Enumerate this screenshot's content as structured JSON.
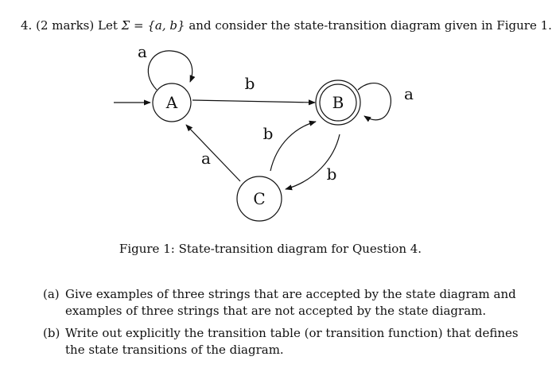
{
  "question": {
    "number": "4.",
    "marks": "(2 marks)",
    "intro_before": "Let",
    "alphabet": "Σ = {a, b}",
    "intro_after": "and consider the state-transition diagram given in Figure 1."
  },
  "diagram": {
    "states": [
      {
        "id": "A",
        "label": "A",
        "start": true,
        "accepting": false
      },
      {
        "id": "B",
        "label": "B",
        "start": false,
        "accepting": true
      },
      {
        "id": "C",
        "label": "C",
        "start": false,
        "accepting": false
      }
    ],
    "transitions": [
      {
        "from": "A",
        "to": "A",
        "symbol": "a"
      },
      {
        "from": "A",
        "to": "B",
        "symbol": "b"
      },
      {
        "from": "B",
        "to": "B",
        "symbol": "a"
      },
      {
        "from": "B",
        "to": "C",
        "symbol": "b"
      },
      {
        "from": "C",
        "to": "B",
        "symbol": "b"
      },
      {
        "from": "C",
        "to": "A",
        "symbol": "a"
      }
    ]
  },
  "caption": "Figure 1: State-transition diagram for Question 4.",
  "parts": [
    {
      "marker": "(a)",
      "text": "Give examples of three strings that are accepted by the state diagram and examples of three strings that are not accepted by the state diagram."
    },
    {
      "marker": "(b)",
      "text": "Write out explicitly the transition table (or transition function) that defines the state transitions of the diagram."
    }
  ]
}
